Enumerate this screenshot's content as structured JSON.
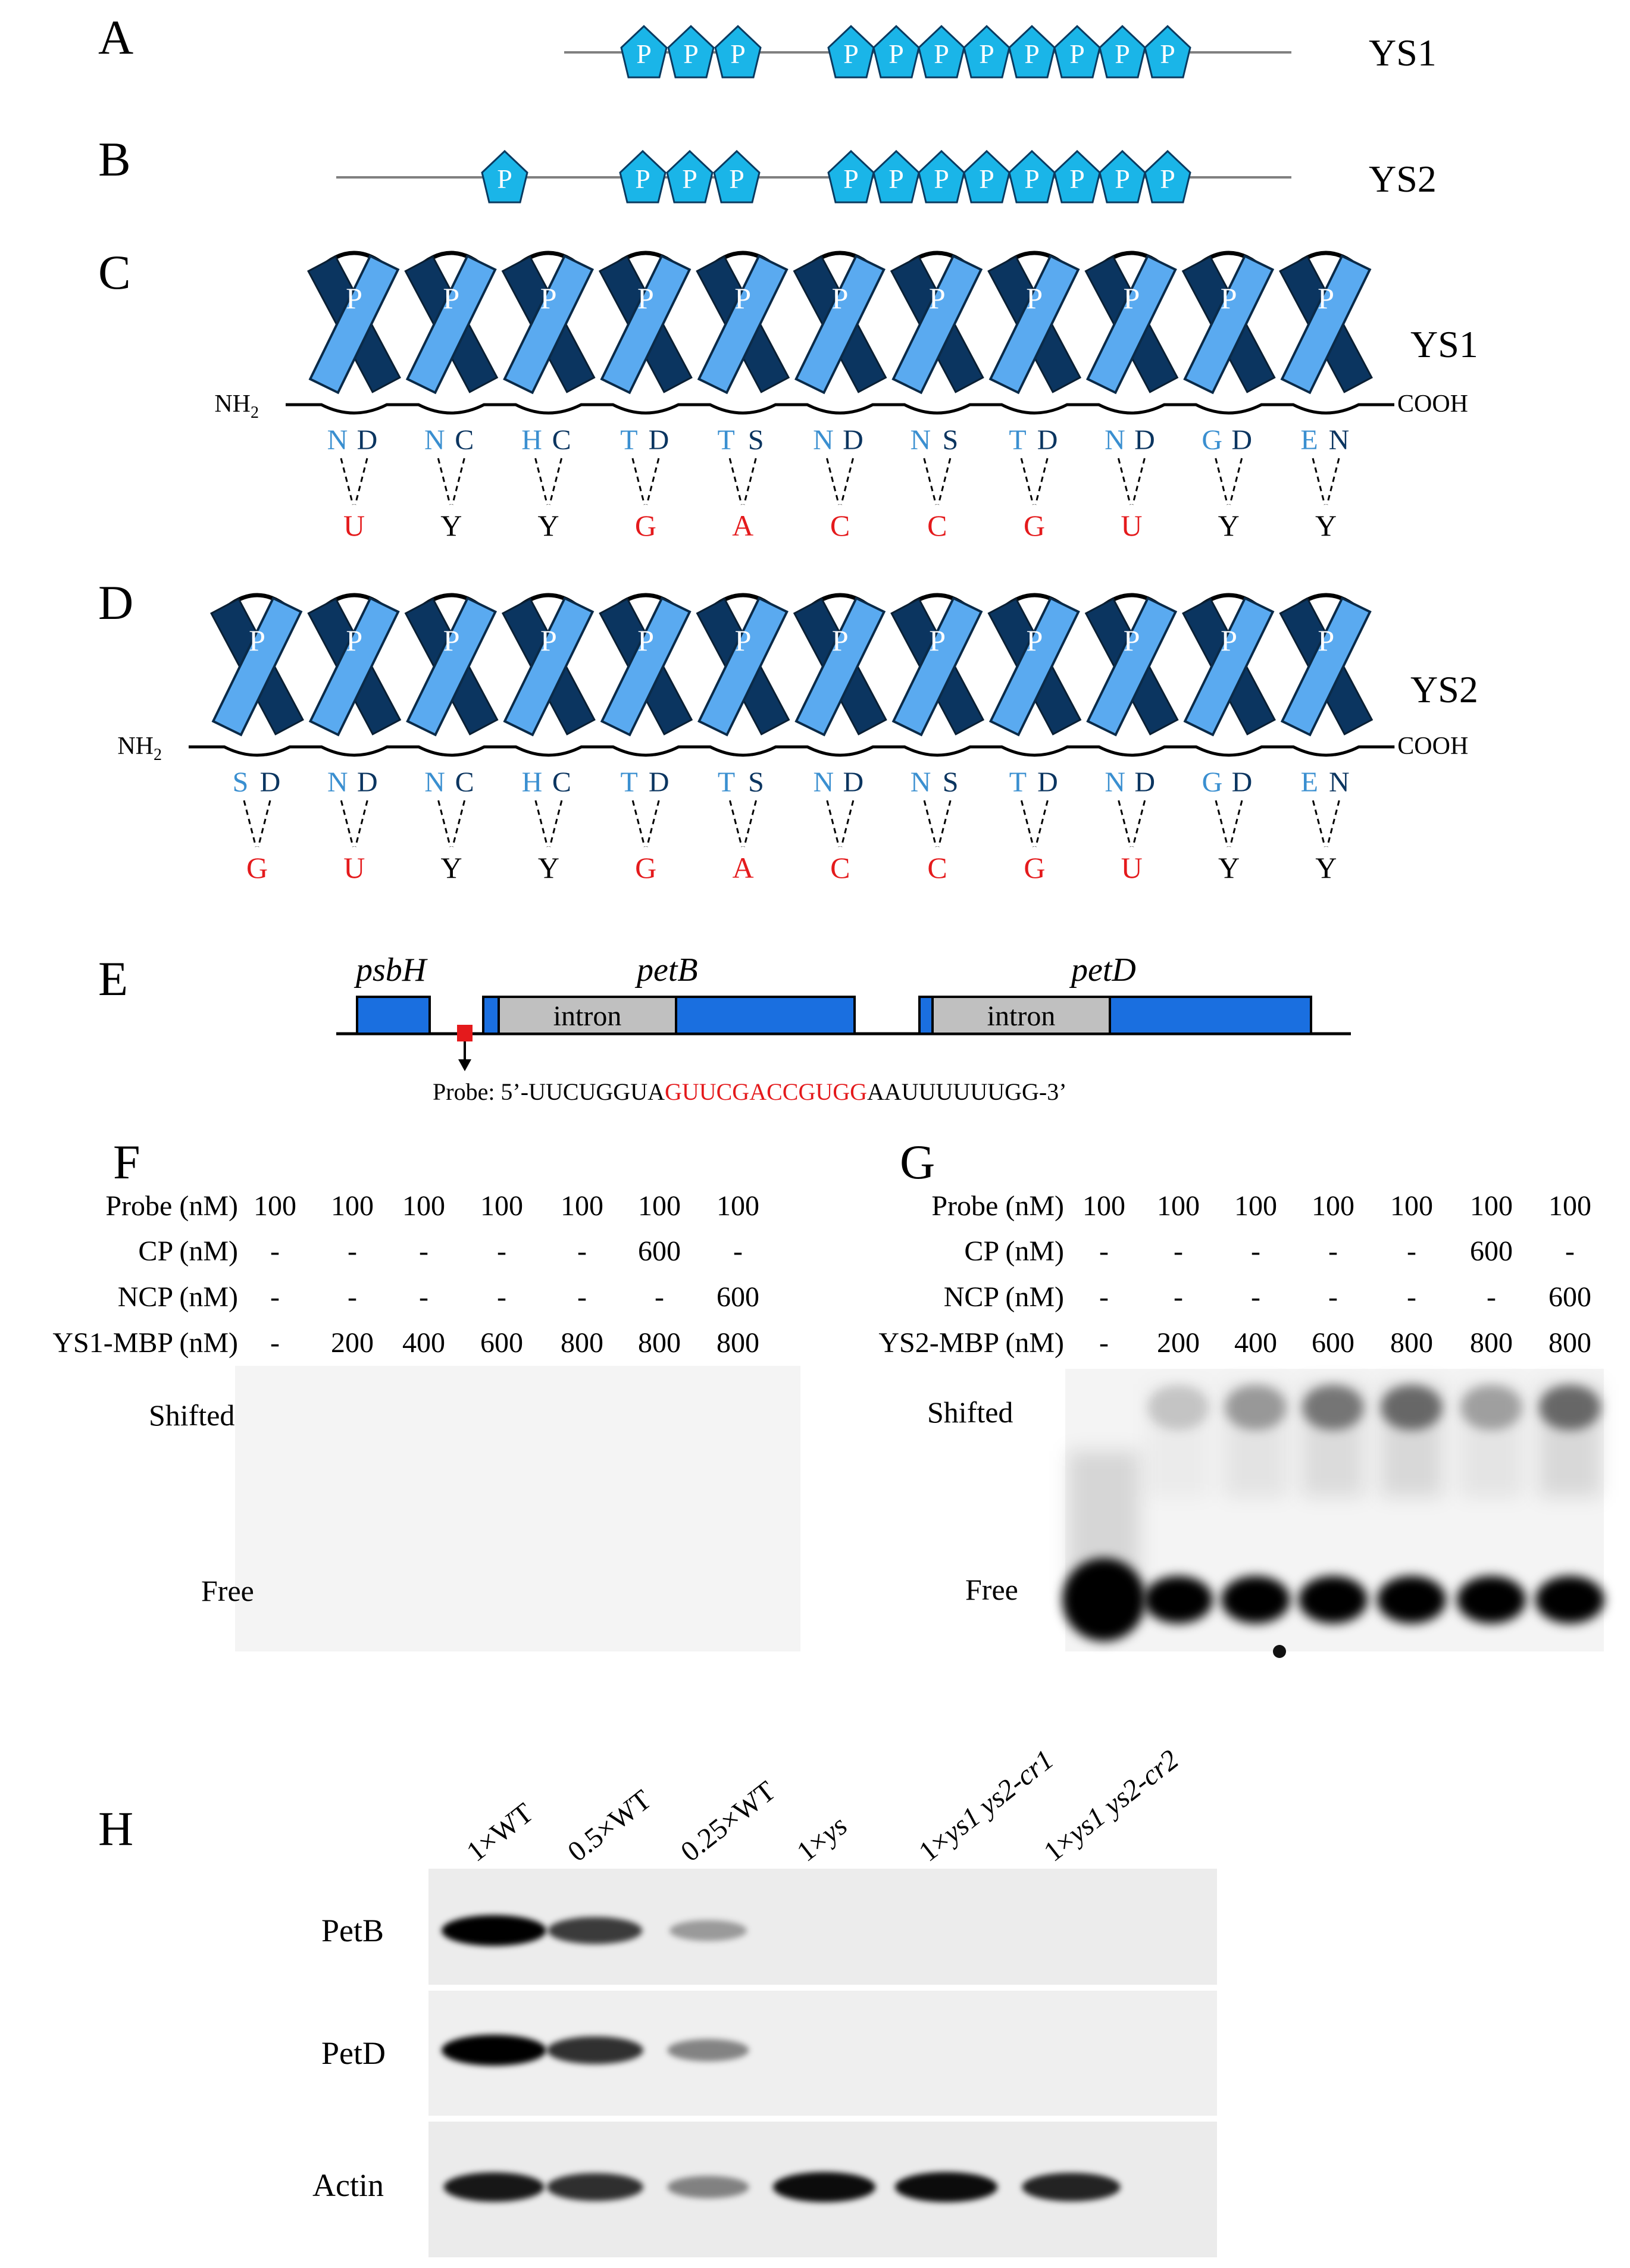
{
  "panel_letters": {
    "A": "A",
    "B": "B",
    "C": "C",
    "D": "D",
    "E": "E",
    "F": "F",
    "G": "G",
    "H": "H"
  },
  "colors": {
    "motif_light": "#1ab5e8",
    "helix_light": "#5aaaf0",
    "helix_dark": "#0b3560",
    "aa_light": "#3a8fd0",
    "aa_dark": "#0b3560",
    "red": "#e41a1c",
    "exon": "#1a6fe0",
    "intron": "#c0c0c0"
  },
  "motif_letter": "P",
  "panelA": {
    "label": "YS1",
    "groups": [
      3,
      8
    ]
  },
  "panelB": {
    "label": "YS2",
    "groups": [
      1,
      3,
      8
    ]
  },
  "panelC": {
    "label": "YS1",
    "n_term": "NH",
    "n_sub": "2",
    "c_term": "COOH",
    "pairs": [
      [
        "N",
        "D"
      ],
      [
        "N",
        "C"
      ],
      [
        "H",
        "C"
      ],
      [
        "T",
        "D"
      ],
      [
        "T",
        "S"
      ],
      [
        "N",
        "D"
      ],
      [
        "N",
        "S"
      ],
      [
        "T",
        "D"
      ],
      [
        "N",
        "D"
      ],
      [
        "G",
        "D"
      ],
      [
        "E",
        "N"
      ]
    ],
    "bases": [
      "U",
      "Y",
      "Y",
      "G",
      "A",
      "C",
      "C",
      "G",
      "U",
      "Y",
      "Y"
    ]
  },
  "panelD": {
    "label": "YS2",
    "n_term": "NH",
    "n_sub": "2",
    "c_term": "COOH",
    "pairs": [
      [
        "S",
        "D"
      ],
      [
        "N",
        "D"
      ],
      [
        "N",
        "C"
      ],
      [
        "H",
        "C"
      ],
      [
        "T",
        "D"
      ],
      [
        "T",
        "S"
      ],
      [
        "N",
        "D"
      ],
      [
        "N",
        "S"
      ],
      [
        "T",
        "D"
      ],
      [
        "N",
        "D"
      ],
      [
        "G",
        "D"
      ],
      [
        "E",
        "N"
      ]
    ],
    "bases": [
      "G",
      "U",
      "Y",
      "Y",
      "G",
      "A",
      "C",
      "C",
      "G",
      "U",
      "Y",
      "Y"
    ]
  },
  "panelE": {
    "gene1": "psbH",
    "gene2": "petB",
    "gene3": "petD",
    "intron1": "intron",
    "intron2": "intron",
    "probe_prefix": "Probe: 5’-UUCUGGUA",
    "probe_red": "GUUCGACCGUGG",
    "probe_suffix": "AAUUUUUUGG-3’"
  },
  "panelF": {
    "rows": [
      {
        "label": "Probe (nM)",
        "values": [
          "100",
          "100",
          "100",
          "100",
          "100",
          "100",
          "100"
        ]
      },
      {
        "label": "CP (nM)",
        "values": [
          "-",
          "-",
          "-",
          "-",
          "-",
          "600",
          "-"
        ]
      },
      {
        "label": "NCP (nM)",
        "values": [
          "-",
          "-",
          "-",
          "-",
          "-",
          "-",
          "600"
        ]
      },
      {
        "label": "YS1-MBP (nM)",
        "values": [
          "-",
          "200",
          "400",
          "600",
          "800",
          "800",
          "800"
        ]
      }
    ],
    "shifted": "Shifted",
    "free": "Free"
  },
  "panelG": {
    "rows": [
      {
        "label": "Probe (nM)",
        "values": [
          "100",
          "100",
          "100",
          "100",
          "100",
          "100",
          "100"
        ]
      },
      {
        "label": "CP (nM)",
        "values": [
          "-",
          "-",
          "-",
          "-",
          "-",
          "600",
          "-"
        ]
      },
      {
        "label": "NCP (nM)",
        "values": [
          "-",
          "-",
          "-",
          "-",
          "-",
          "-",
          "600"
        ]
      },
      {
        "label": "YS2-MBP (nM)",
        "values": [
          "-",
          "200",
          "400",
          "600",
          "800",
          "800",
          "800"
        ]
      }
    ],
    "shifted": "Shifted",
    "free": "Free"
  },
  "panelH": {
    "lanes": [
      "1×WT",
      "0.5×WT",
      "0.25×WT",
      "1×ys",
      "1×ys1 ys2-cr1",
      "1×ys1 ys2-cr2"
    ],
    "blots": [
      "PetB",
      "PetD",
      "Actin"
    ]
  }
}
